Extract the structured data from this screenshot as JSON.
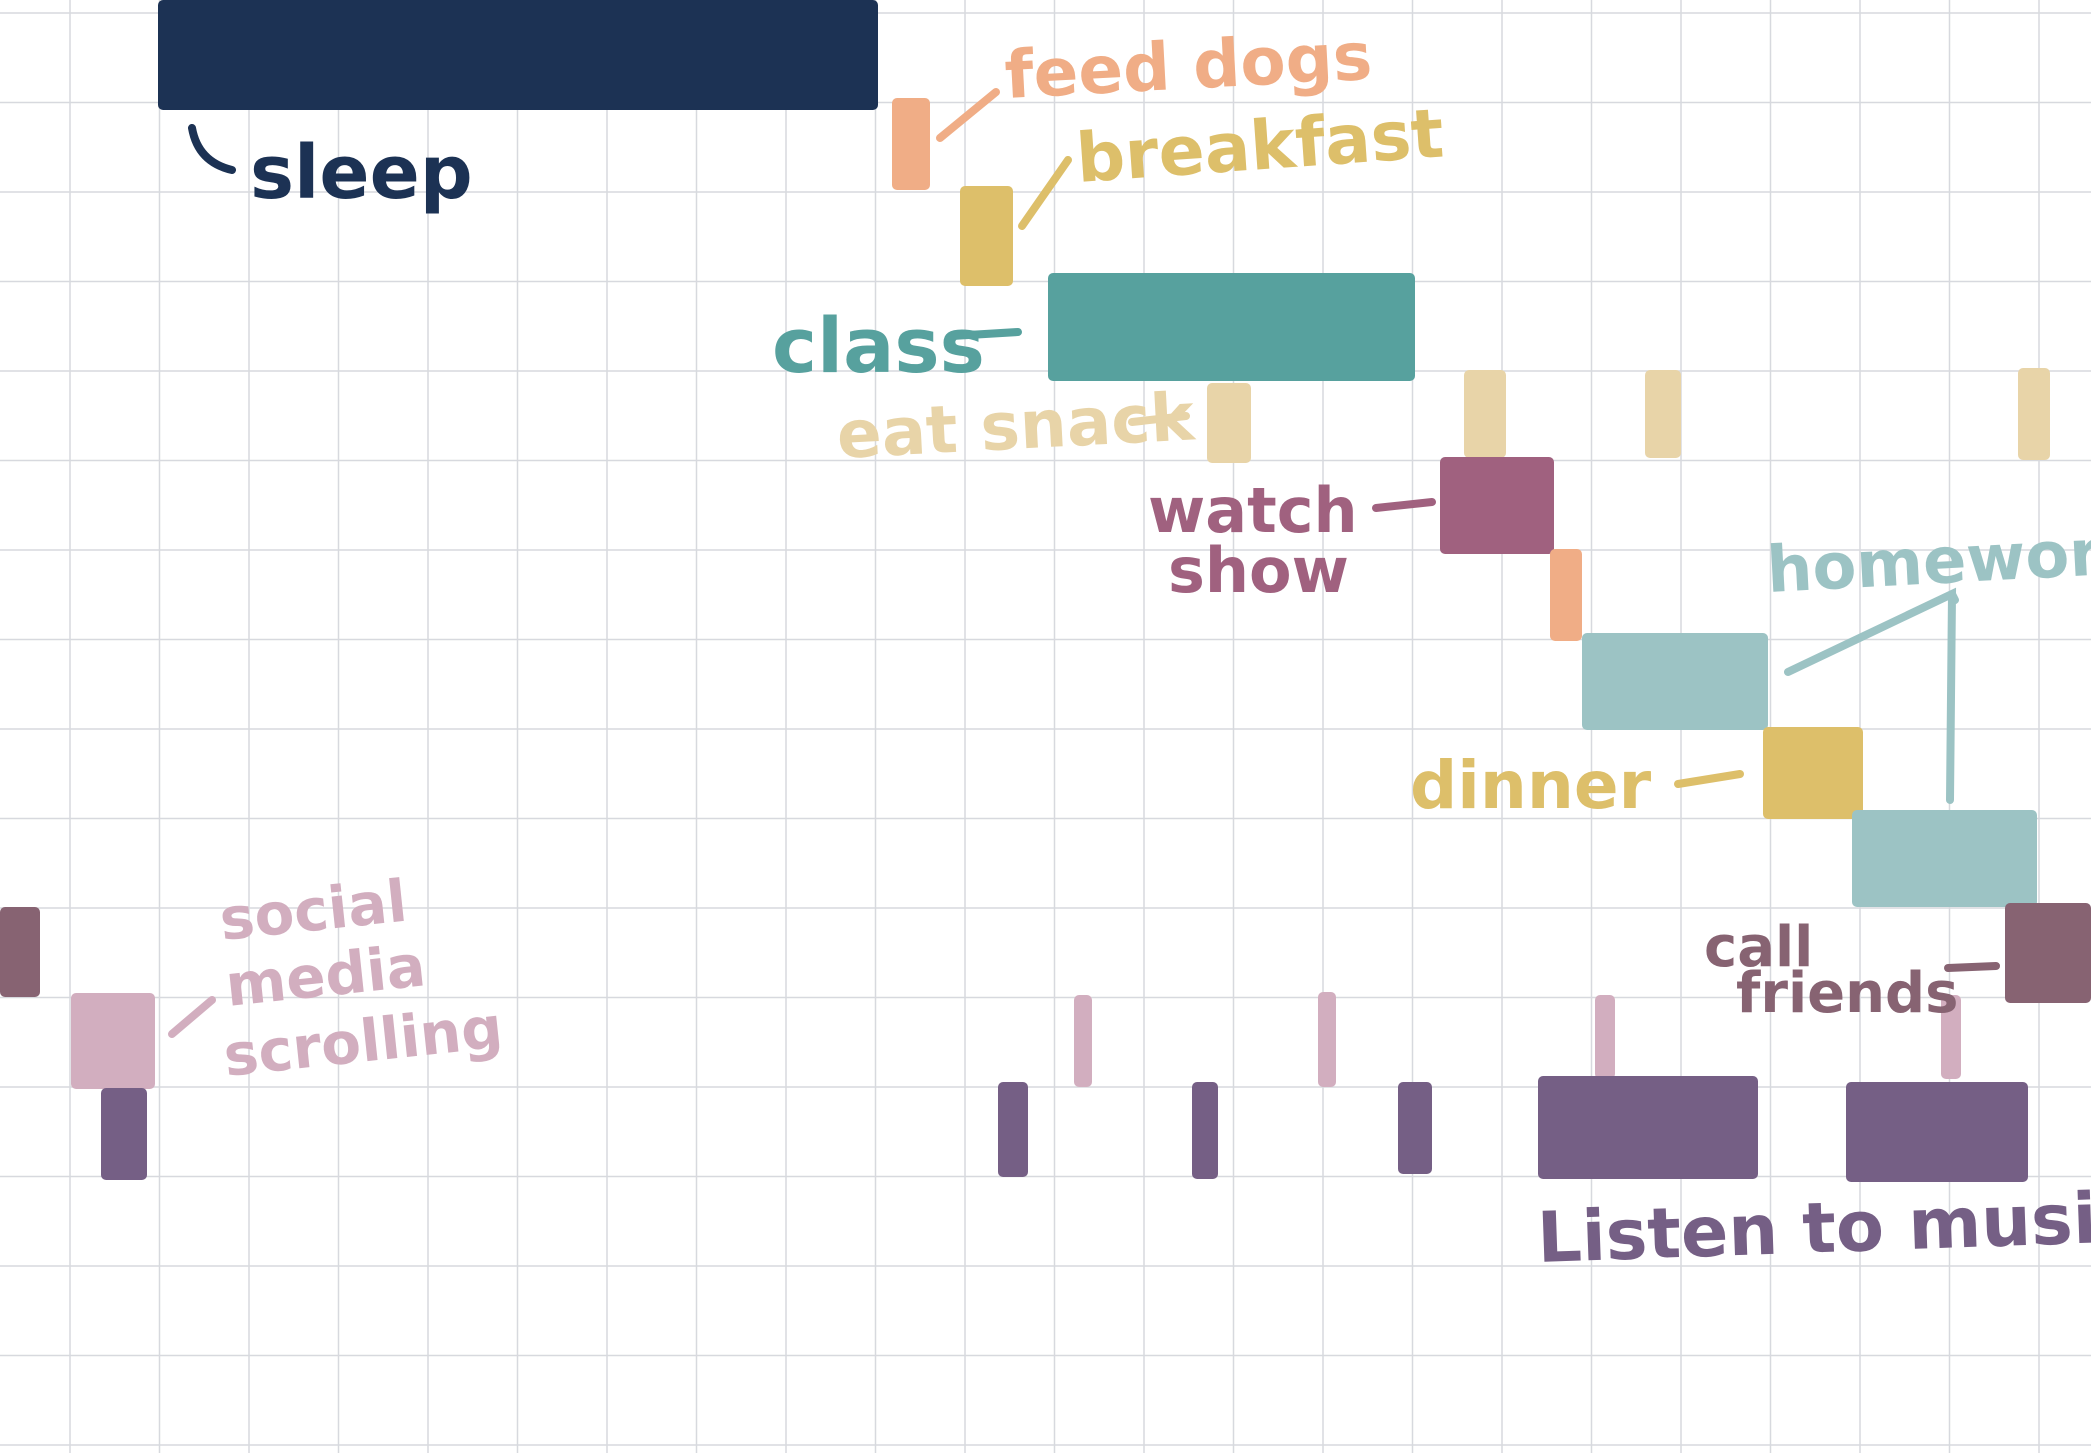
{
  "colors": {
    "grid": "#d7d9de",
    "sleep": "#1c3254",
    "feed_dogs": "#f0ad86",
    "breakfast": "#ddbf6a",
    "class": "#57a19e",
    "eat_snack": "#e8d4a8",
    "watch_show": "#a0617f",
    "homework": "#9cc3c4",
    "dinner": "#ddbf6a",
    "call_friends": "#876372",
    "social_media": "#d2aebf",
    "music": "#755f85"
  },
  "labels": {
    "sleep": "sleep",
    "feed_dogs": "feed dogs",
    "breakfast": "breakfast",
    "class": "class",
    "eat_snack": "eat snack",
    "watch": "watch",
    "show": "show",
    "homework": "homework",
    "dinner": "dinner",
    "call": "call",
    "friends": "friends",
    "social": "social",
    "media": "media",
    "scrolling": "scrolling",
    "music": "Listen to music"
  }
}
